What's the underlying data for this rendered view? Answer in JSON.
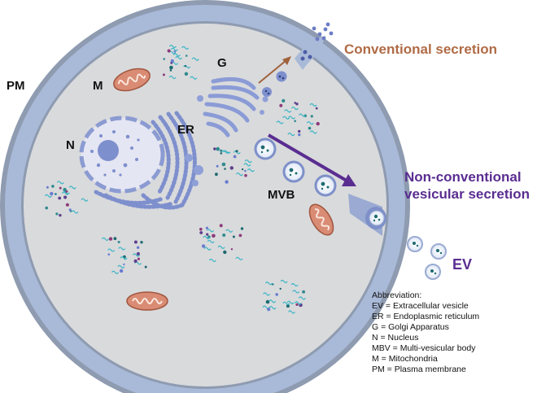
{
  "labels": {
    "pm": "PM",
    "m": "M",
    "g": "G",
    "n": "N",
    "er": "ER",
    "mvb": "MVB",
    "ev": "EV",
    "conventional": "Conventional  secretion",
    "nonconventional_line1": "Non-conventional",
    "nonconventional_line2": "vesicular secretion"
  },
  "abbreviation": {
    "title": "Abbreviation:",
    "items": [
      "EV = Extracellular vesicle",
      "ER = Endoplasmic reticulum",
      "G = Golgi Apparatus",
      "N = Nucleus",
      "MBV = Multi-vesicular body",
      "M = Mitochondria",
      "PM = Plasma membrane"
    ]
  },
  "colors": {
    "membrane": "#a9b9d8",
    "membrane_edge": "#8a97ad",
    "cytoplasm": "#d9dadc",
    "organelle": "#7e8fcd",
    "organelle_dark": "#5d6cb3",
    "mitochondria": "#d98b74",
    "conventional_arrow": "#a0623c",
    "conventional_text": "#b06b45",
    "nonconventional": "#5a2d91",
    "ev_text": "#5a2d91"
  },
  "icons": [
    "cell-membrane",
    "nucleus",
    "endoplasmic-reticulum",
    "golgi",
    "mitochondria",
    "multivesicular-body",
    "extracellular-vesicle",
    "protein-cluster"
  ]
}
